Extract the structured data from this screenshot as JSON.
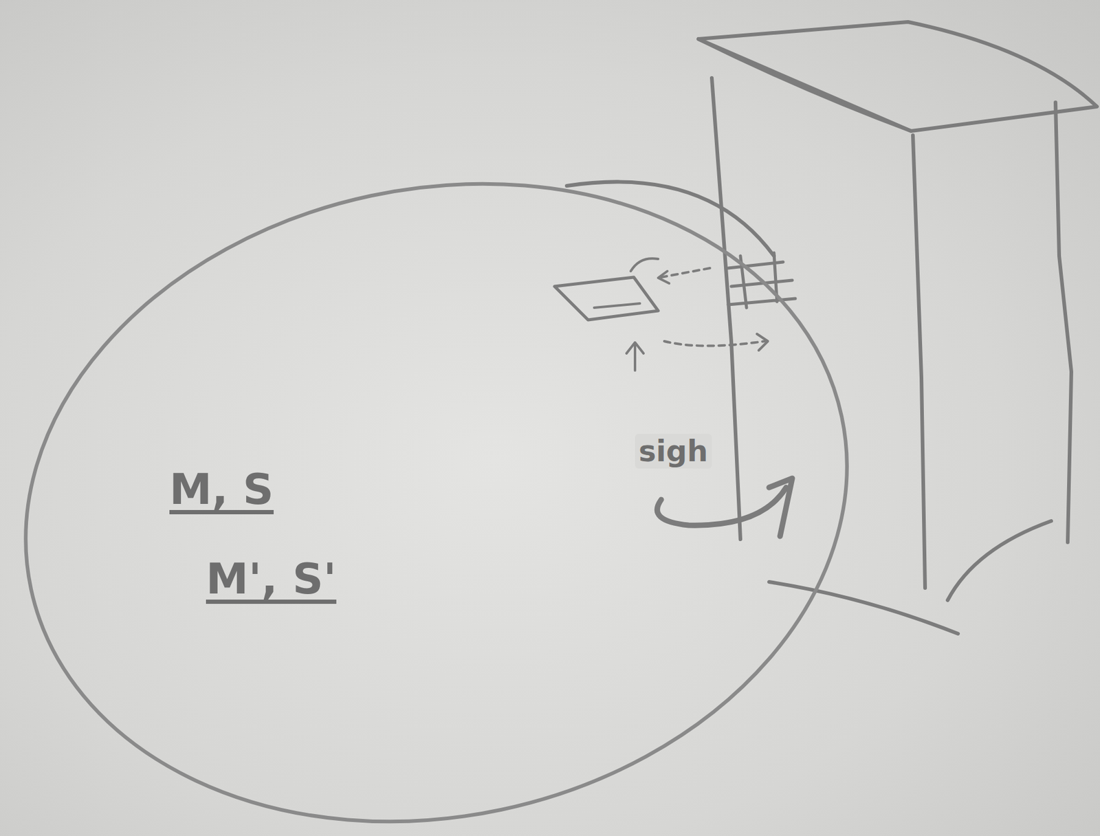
{
  "diagram": {
    "nodes": [
      {
        "text": [
          "M, S",
          "M', S'",
          "sigh"
        ]
      }
    ]
  }
}
